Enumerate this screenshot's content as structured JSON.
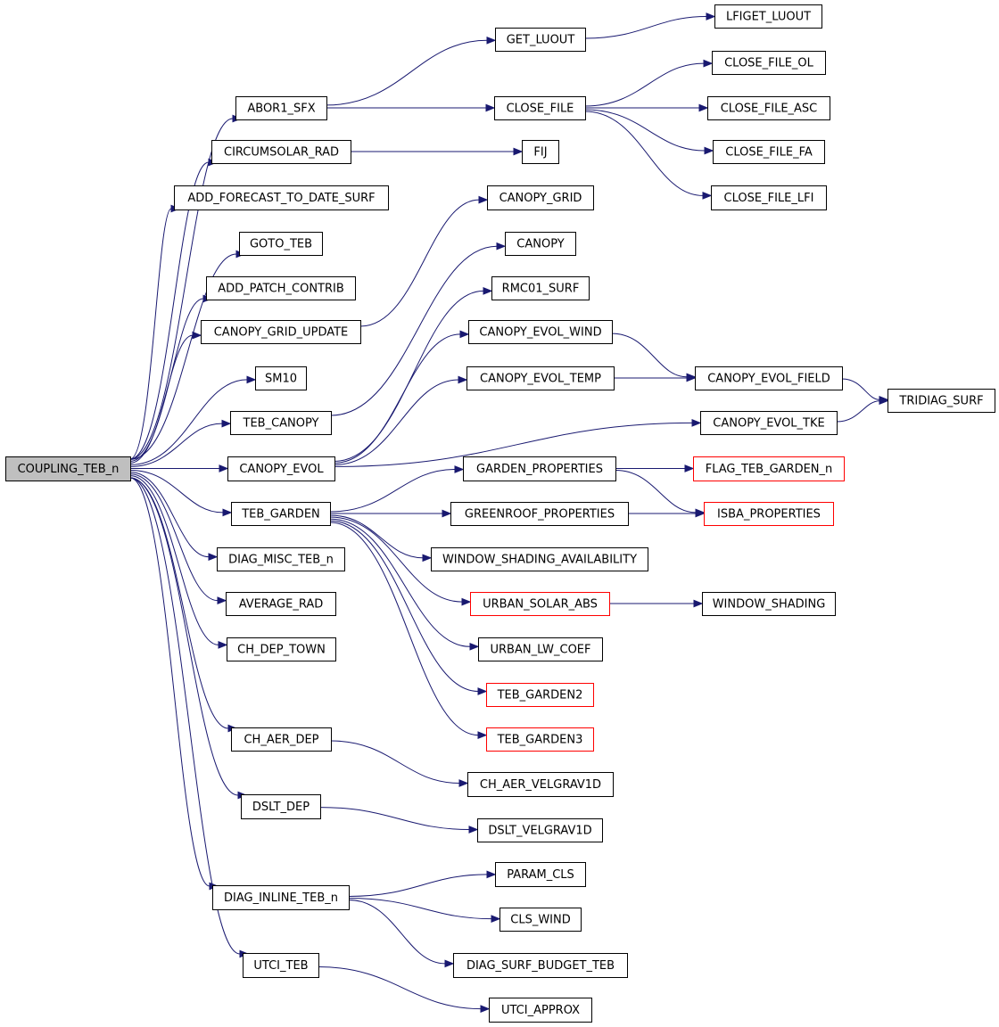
{
  "graph": {
    "root": "COUPLING_TEB_n",
    "nodes": [
      {
        "id": "COUPLING_TEB_n",
        "label": "COUPLING_TEB_n",
        "style": "root"
      },
      {
        "id": "ABOR1_SFX",
        "label": "ABOR1_SFX"
      },
      {
        "id": "GET_LUOUT",
        "label": "GET_LUOUT"
      },
      {
        "id": "LFIGET_LUOUT",
        "label": "LFIGET_LUOUT"
      },
      {
        "id": "CLOSE_FILE",
        "label": "CLOSE_FILE"
      },
      {
        "id": "CLOSE_FILE_OL",
        "label": "CLOSE_FILE_OL"
      },
      {
        "id": "CLOSE_FILE_ASC",
        "label": "CLOSE_FILE_ASC"
      },
      {
        "id": "CLOSE_FILE_FA",
        "label": "CLOSE_FILE_FA"
      },
      {
        "id": "CLOSE_FILE_LFI",
        "label": "CLOSE_FILE_LFI"
      },
      {
        "id": "CIRCUMSOLAR_RAD",
        "label": "CIRCUMSOLAR_RAD"
      },
      {
        "id": "FIJ",
        "label": "FIJ"
      },
      {
        "id": "ADD_FORECAST_TO_DATE_SURF",
        "label": "ADD_FORECAST_TO_DATE_SURF"
      },
      {
        "id": "GOTO_TEB",
        "label": "GOTO_TEB"
      },
      {
        "id": "ADD_PATCH_CONTRIB",
        "label": "ADD_PATCH_CONTRIB"
      },
      {
        "id": "CANOPY_GRID_UPDATE",
        "label": "CANOPY_GRID_UPDATE"
      },
      {
        "id": "CANOPY_GRID",
        "label": "CANOPY_GRID"
      },
      {
        "id": "CANOPY",
        "label": "CANOPY"
      },
      {
        "id": "RMC01_SURF",
        "label": "RMC01_SURF"
      },
      {
        "id": "SM10",
        "label": "SM10"
      },
      {
        "id": "CANOPY_EVOL_WIND",
        "label": "CANOPY_EVOL_WIND"
      },
      {
        "id": "CANOPY_EVOL_TEMP",
        "label": "CANOPY_EVOL_TEMP"
      },
      {
        "id": "CANOPY_EVOL_FIELD",
        "label": "CANOPY_EVOL_FIELD"
      },
      {
        "id": "TRIDIAG_SURF",
        "label": "TRIDIAG_SURF"
      },
      {
        "id": "TEB_CANOPY",
        "label": "TEB_CANOPY"
      },
      {
        "id": "CANOPY_EVOL_TKE",
        "label": "CANOPY_EVOL_TKE"
      },
      {
        "id": "CANOPY_EVOL",
        "label": "CANOPY_EVOL"
      },
      {
        "id": "GARDEN_PROPERTIES",
        "label": "GARDEN_PROPERTIES"
      },
      {
        "id": "FLAG_TEB_GARDEN_n",
        "label": "FLAG_TEB_GARDEN_n",
        "style": "red"
      },
      {
        "id": "TEB_GARDEN",
        "label": "TEB_GARDEN"
      },
      {
        "id": "GREENROOF_PROPERTIES",
        "label": "GREENROOF_PROPERTIES"
      },
      {
        "id": "ISBA_PROPERTIES",
        "label": "ISBA_PROPERTIES",
        "style": "red"
      },
      {
        "id": "DIAG_MISC_TEB_n",
        "label": "DIAG_MISC_TEB_n"
      },
      {
        "id": "WINDOW_SHADING_AVAILABILITY",
        "label": "WINDOW_SHADING_AVAILABILITY"
      },
      {
        "id": "AVERAGE_RAD",
        "label": "AVERAGE_RAD"
      },
      {
        "id": "URBAN_SOLAR_ABS",
        "label": "URBAN_SOLAR_ABS",
        "style": "red"
      },
      {
        "id": "WINDOW_SHADING",
        "label": "WINDOW_SHADING"
      },
      {
        "id": "CH_DEP_TOWN",
        "label": "CH_DEP_TOWN"
      },
      {
        "id": "URBAN_LW_COEF",
        "label": "URBAN_LW_COEF"
      },
      {
        "id": "TEB_GARDEN2",
        "label": "TEB_GARDEN2",
        "style": "red"
      },
      {
        "id": "CH_AER_DEP",
        "label": "CH_AER_DEP"
      },
      {
        "id": "TEB_GARDEN3",
        "label": "TEB_GARDEN3",
        "style": "red"
      },
      {
        "id": "CH_AER_VELGRAV1D",
        "label": "CH_AER_VELGRAV1D"
      },
      {
        "id": "DSLT_DEP",
        "label": "DSLT_DEP"
      },
      {
        "id": "DSLT_VELGRAV1D",
        "label": "DSLT_VELGRAV1D"
      },
      {
        "id": "PARAM_CLS",
        "label": "PARAM_CLS"
      },
      {
        "id": "DIAG_INLINE_TEB_n",
        "label": "DIAG_INLINE_TEB_n"
      },
      {
        "id": "CLS_WIND",
        "label": "CLS_WIND"
      },
      {
        "id": "DIAG_SURF_BUDGET_TEB",
        "label": "DIAG_SURF_BUDGET_TEB"
      },
      {
        "id": "UTCI_TEB",
        "label": "UTCI_TEB"
      },
      {
        "id": "UTCI_APPROX",
        "label": "UTCI_APPROX"
      }
    ],
    "edges": [
      [
        "COUPLING_TEB_n",
        "ABOR1_SFX"
      ],
      [
        "COUPLING_TEB_n",
        "CIRCUMSOLAR_RAD"
      ],
      [
        "COUPLING_TEB_n",
        "ADD_FORECAST_TO_DATE_SURF"
      ],
      [
        "COUPLING_TEB_n",
        "GOTO_TEB"
      ],
      [
        "COUPLING_TEB_n",
        "ADD_PATCH_CONTRIB"
      ],
      [
        "COUPLING_TEB_n",
        "CANOPY_GRID_UPDATE"
      ],
      [
        "COUPLING_TEB_n",
        "SM10"
      ],
      [
        "COUPLING_TEB_n",
        "TEB_CANOPY"
      ],
      [
        "COUPLING_TEB_n",
        "CANOPY_EVOL"
      ],
      [
        "COUPLING_TEB_n",
        "TEB_GARDEN"
      ],
      [
        "COUPLING_TEB_n",
        "DIAG_MISC_TEB_n"
      ],
      [
        "COUPLING_TEB_n",
        "AVERAGE_RAD"
      ],
      [
        "COUPLING_TEB_n",
        "CH_DEP_TOWN"
      ],
      [
        "COUPLING_TEB_n",
        "CH_AER_DEP"
      ],
      [
        "COUPLING_TEB_n",
        "DSLT_DEP"
      ],
      [
        "COUPLING_TEB_n",
        "DIAG_INLINE_TEB_n"
      ],
      [
        "COUPLING_TEB_n",
        "UTCI_TEB"
      ],
      [
        "ABOR1_SFX",
        "GET_LUOUT"
      ],
      [
        "ABOR1_SFX",
        "CLOSE_FILE"
      ],
      [
        "GET_LUOUT",
        "LFIGET_LUOUT"
      ],
      [
        "CLOSE_FILE",
        "CLOSE_FILE_OL"
      ],
      [
        "CLOSE_FILE",
        "CLOSE_FILE_ASC"
      ],
      [
        "CLOSE_FILE",
        "CLOSE_FILE_FA"
      ],
      [
        "CLOSE_FILE",
        "CLOSE_FILE_LFI"
      ],
      [
        "CIRCUMSOLAR_RAD",
        "FIJ"
      ],
      [
        "CANOPY_GRID_UPDATE",
        "CANOPY_GRID"
      ],
      [
        "TEB_CANOPY",
        "CANOPY"
      ],
      [
        "CANOPY_EVOL",
        "RMC01_SURF"
      ],
      [
        "CANOPY_EVOL",
        "CANOPY_EVOL_WIND"
      ],
      [
        "CANOPY_EVOL",
        "CANOPY_EVOL_TEMP"
      ],
      [
        "CANOPY_EVOL",
        "CANOPY_EVOL_TKE"
      ],
      [
        "CANOPY_EVOL_WIND",
        "CANOPY_EVOL_FIELD"
      ],
      [
        "CANOPY_EVOL_TEMP",
        "CANOPY_EVOL_FIELD"
      ],
      [
        "CANOPY_EVOL_FIELD",
        "TRIDIAG_SURF"
      ],
      [
        "CANOPY_EVOL_TKE",
        "TRIDIAG_SURF"
      ],
      [
        "TEB_GARDEN",
        "GARDEN_PROPERTIES"
      ],
      [
        "TEB_GARDEN",
        "GREENROOF_PROPERTIES"
      ],
      [
        "TEB_GARDEN",
        "WINDOW_SHADING_AVAILABILITY"
      ],
      [
        "TEB_GARDEN",
        "URBAN_SOLAR_ABS"
      ],
      [
        "TEB_GARDEN",
        "URBAN_LW_COEF"
      ],
      [
        "TEB_GARDEN",
        "TEB_GARDEN2"
      ],
      [
        "TEB_GARDEN",
        "TEB_GARDEN3"
      ],
      [
        "GARDEN_PROPERTIES",
        "FLAG_TEB_GARDEN_n"
      ],
      [
        "GARDEN_PROPERTIES",
        "ISBA_PROPERTIES"
      ],
      [
        "GREENROOF_PROPERTIES",
        "ISBA_PROPERTIES"
      ],
      [
        "URBAN_SOLAR_ABS",
        "WINDOW_SHADING"
      ],
      [
        "CH_AER_DEP",
        "CH_AER_VELGRAV1D"
      ],
      [
        "DSLT_DEP",
        "DSLT_VELGRAV1D"
      ],
      [
        "DIAG_INLINE_TEB_n",
        "PARAM_CLS"
      ],
      [
        "DIAG_INLINE_TEB_n",
        "CLS_WIND"
      ],
      [
        "DIAG_INLINE_TEB_n",
        "DIAG_SURF_BUDGET_TEB"
      ],
      [
        "UTCI_TEB",
        "UTCI_APPROX"
      ]
    ]
  }
}
